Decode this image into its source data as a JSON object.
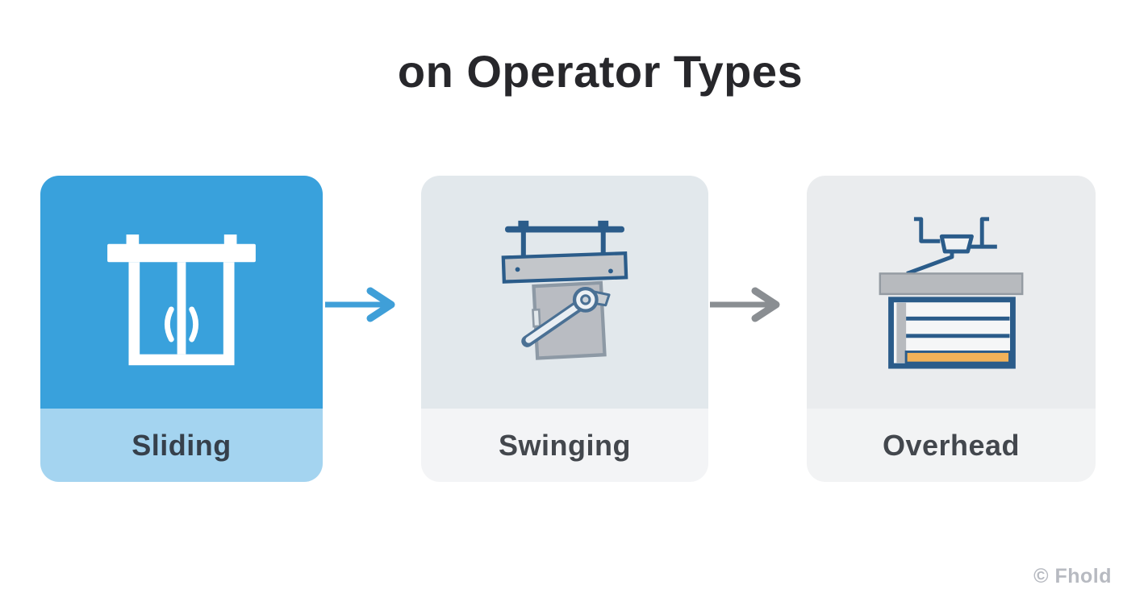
{
  "title": "on Operator Types",
  "cards": [
    {
      "id": "sliding",
      "label": "Sliding",
      "icon": "sliding-door-icon",
      "selected": true,
      "colors": {
        "body": "#39a1dc",
        "footer": "#a4d4f0",
        "label": "#36404b"
      }
    },
    {
      "id": "swinging",
      "label": "Swinging",
      "icon": "swinging-door-operator-icon",
      "selected": false,
      "colors": {
        "body": "#e2e8ec",
        "footer": "#f3f4f6",
        "label": "#43474d"
      }
    },
    {
      "id": "overhead",
      "label": "Overhead",
      "icon": "overhead-door-operator-icon",
      "selected": false,
      "colors": {
        "body": "#eaecee",
        "footer": "#f2f3f4",
        "label": "#43474d"
      }
    }
  ],
  "arrows": [
    {
      "id": "arrow-1",
      "direction": "right",
      "color": "#3f9fd8"
    },
    {
      "id": "arrow-2",
      "direction": "right",
      "color": "#8a8e92"
    }
  ],
  "watermark": {
    "text": "© Fhold",
    "color": "#b7bac1"
  },
  "palette": {
    "background": "#ffffff",
    "title_text": "#27272b",
    "icon_navy": "#2b5c8a",
    "icon_arm_blue": "#4a7094",
    "icon_orange": "#f2b259",
    "icon_steel_gray": "#b7babe",
    "icon_door_gray": "#b9bcc2",
    "icon_white": "#ffffff"
  }
}
